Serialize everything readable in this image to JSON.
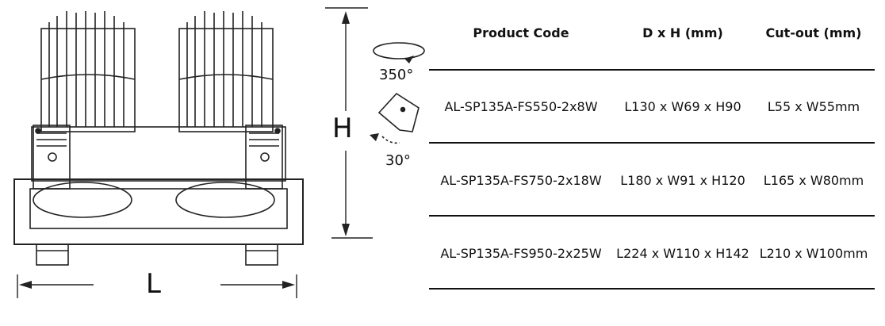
{
  "dimension_labels": {
    "width": "L",
    "height": "H"
  },
  "rotation": {
    "horizontal": "350°",
    "tilt": "30°"
  },
  "table": {
    "headers": [
      "Product Code",
      "D x H (mm)",
      "Cut-out (mm)"
    ],
    "rows": [
      [
        "AL-SP135A-FS550-2x8W",
        "L130 x W69 x H90",
        "L55 x W55mm"
      ],
      [
        "AL-SP135A-FS750-2x18W",
        "L180 x W91 x H120",
        "L165 x W80mm"
      ],
      [
        "AL-SP135A-FS950-2x25W",
        "L224 x W110 x H142",
        "L210 x W100mm"
      ]
    ]
  }
}
